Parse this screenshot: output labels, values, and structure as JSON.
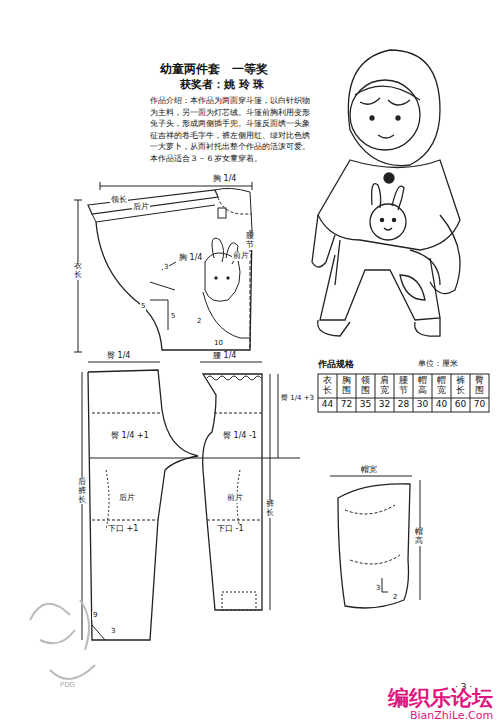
{
  "diagram": {
    "title": "幼童两件套　一等奖",
    "labels": [
      "获奖者：姚 玲 珠",
      "作品介绍：本作品为两面穿斗篷，以白针织物为主料，另一面为灯芯绒。斗篷前胸利用变形兔子头，形成两侧插手兜。斗篷反面绣一头象征吉祥的卷毛字牛，裤左侧用红、绿对比色绣一大萝卜，从而衬托出整个作品的活泼可爱。本作品适合３－６岁女童穿着。",
      "胸 1/4",
      "领长",
      "后片",
      "前片",
      "衣长",
      "腰节",
      "胸 1/4",
      "10",
      "5",
      "3",
      "5",
      "2",
      "臀 1/4",
      "腰 1/4",
      "臀 1/4 +1",
      "臀 1/4 -1",
      "后片",
      "前片",
      "下口 +1",
      "下口 -1",
      "后裤长",
      "裤长",
      "臀 1/4 +3",
      "9",
      "3",
      "作品规格",
      "单位：厘米",
      "衣长",
      "胸围",
      "领围",
      "肩宽",
      "腰节",
      "帽高",
      "帽宽",
      "裤长",
      "臀围",
      "44",
      "72",
      "35",
      "32",
      "28",
      "30",
      "40",
      "60",
      "70",
      "帽宽",
      "帽高",
      "3",
      "2",
      "· 3 ·",
      "编织乐论坛",
      "BianZhiLe.Com",
      "PDG"
    ]
  }
}
